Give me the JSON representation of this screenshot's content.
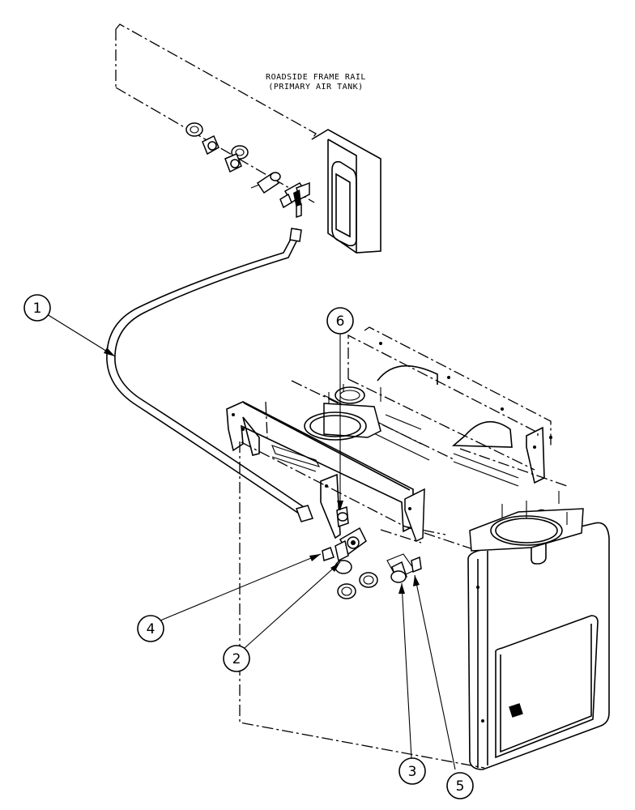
{
  "frame_rail_label": {
    "line1": "ROADSIDE FRAME RAIL",
    "line2": "(PRIMARY AIR TANK)"
  },
  "callouts": [
    "1",
    "2",
    "3",
    "4",
    "5",
    "6"
  ]
}
